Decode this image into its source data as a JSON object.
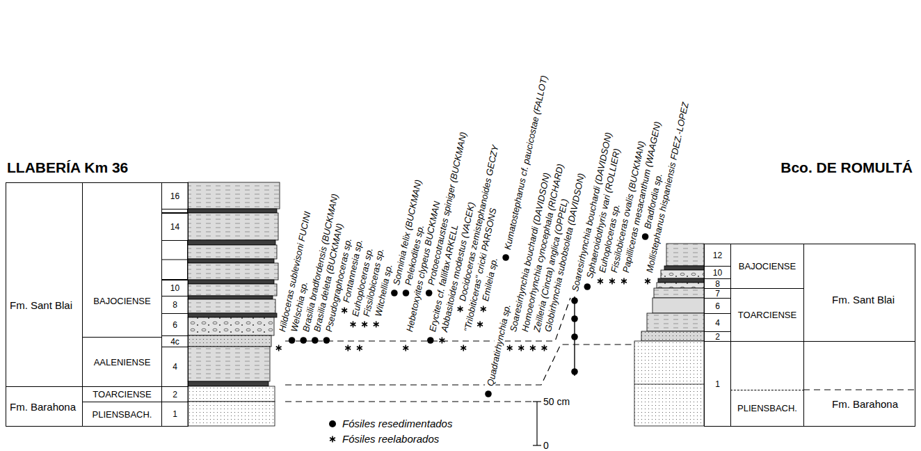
{
  "diagram": {
    "nodes": [
      {
        "text": [
          "Fm. Sant Blai"
        ]
      },
      {
        "text": [
          "BAJOCIENSE"
        ]
      },
      {
        "text": [
          "16"
        ]
      },
      {
        "text": [
          "14"
        ]
      },
      {
        "text": [
          "10"
        ]
      },
      {
        "text": [
          "8"
        ]
      },
      {
        "text": [
          "6"
        ]
      },
      {
        "text": [
          "AALENIENSE"
        ]
      },
      {
        "text": [
          "4c"
        ]
      },
      {
        "text": [
          "4"
        ]
      },
      {
        "text": [
          "Fm. Barahona"
        ]
      },
      {
        "text": [
          "TOARCIENSE"
        ]
      },
      {
        "text": [
          "2"
        ]
      },
      {
        "text": [
          "PLIENSBACH."
        ]
      },
      {
        "text": [
          "1"
        ]
      },
      {
        "text": [
          "12"
        ]
      },
      {
        "text": [
          "10"
        ]
      },
      {
        "text": [
          "8"
        ]
      },
      {
        "text": [
          "7"
        ]
      },
      {
        "text": [
          "6"
        ]
      },
      {
        "text": [
          "BAJOCIENSE"
        ]
      },
      {
        "text": [
          "Fm. Sant Blai"
        ]
      },
      {
        "text": [
          "4"
        ]
      },
      {
        "text": [
          "TOARCIENSE"
        ]
      },
      {
        "text": [
          "2"
        ]
      },
      {
        "text": [
          "1"
        ]
      },
      {
        "text": [
          "PLIENSBACH."
        ]
      },
      {
        "text": [
          "Fm. Barahona"
        ]
      }
    ],
    "labels": [
      "LLABERÍA Km 36",
      "Bco. DE ROMULTÁ",
      "Hildoceras sublevisoni FUCINI",
      "Welschia sp.",
      "Brasilia bradfordensis (BUCKMAN)",
      "Brasilia deleta (BUCKMAN)",
      "Pseudographoceras sp.",
      "Fontannesia sp.",
      "Euhoploceras sp.",
      "Fissilobiceras sp.",
      "Witchellia sp.",
      "Sonninia felix (BUCKMAN)",
      "Pelekodites sp.",
      "Hebetoxyites clypeus BUCKMAN",
      "Protoecotraustes spiniger (BUCKMAN)",
      "Erycites cf. fallifax ARKELL",
      "Abbasitoides modestus (VACEK)",
      "Docidoceras zemistephanoides GECZY",
      "\"Trilobiticeras\" cricki PARSONS",
      "Emileia sp.",
      "Kumatostephanus cf. paucicostae (FALLOT)",
      "Quadratirhynchia sp.",
      "Soaresirhynchia bouchardi (DAVIDSON)",
      "Homoeorhynchia cynocephala (RICHARD)",
      "Zeilleria (Cincta) anglica (OPPEL)",
      "Globirhynchia subobsoleta (DAVIDSON)",
      "Soaresirhynchia bouchardi (DAVIDSON)",
      "Sphaeroidothyris vari (ROLLIER)",
      "Euhoploceras sp.",
      "Fissilobiceras ovalis (BUCKMAN)",
      "Papilliceras mesacanthum (WAAGEN)",
      "Bradfordia sp.",
      "Mollistephanus hispaniensis FDEZ.-LOPEZ",
      "50 cm",
      "0"
    ],
    "legend": [
      {
        "text": "Fósiles resedimentados"
      },
      {
        "text": "Fósiles reelaborados"
      }
    ]
  }
}
